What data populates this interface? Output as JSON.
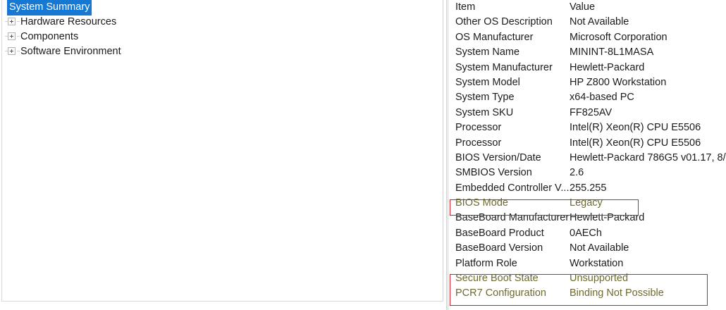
{
  "tree": {
    "name": "system-information-tree",
    "items": [
      {
        "label": "System Summary",
        "expandable": false,
        "selected": true
      },
      {
        "label": "Hardware Resources",
        "expandable": true,
        "selected": false
      },
      {
        "label": "Components",
        "expandable": true,
        "selected": false
      },
      {
        "label": "Software Environment",
        "expandable": true,
        "selected": false
      }
    ]
  },
  "details": {
    "columns": {
      "item": "Item",
      "value": "Value"
    },
    "rows": [
      {
        "item": "Other OS Description",
        "value": "Not Available",
        "flagged": false
      },
      {
        "item": "OS Manufacturer",
        "value": "Microsoft Corporation",
        "flagged": false
      },
      {
        "item": "System Name",
        "value": "MININT-8L1MASA",
        "flagged": false
      },
      {
        "item": "System Manufacturer",
        "value": "Hewlett-Packard",
        "flagged": false
      },
      {
        "item": "System Model",
        "value": "HP Z800 Workstation",
        "flagged": false
      },
      {
        "item": "System Type",
        "value": "x64-based PC",
        "flagged": false
      },
      {
        "item": "System SKU",
        "value": "FF825AV",
        "flagged": false
      },
      {
        "item": "Processor",
        "value": "Intel(R) Xeon(R) CPU          E5506",
        "flagged": false
      },
      {
        "item": "Processor",
        "value": "Intel(R) Xeon(R) CPU          E5506",
        "flagged": false
      },
      {
        "item": "BIOS Version/Date",
        "value": "Hewlett-Packard 786G5 v01.17, 8/",
        "flagged": false
      },
      {
        "item": "SMBIOS Version",
        "value": "2.6",
        "flagged": false
      },
      {
        "item": "Embedded Controller V...",
        "value": "255.255",
        "flagged": false
      },
      {
        "item": "BIOS Mode",
        "value": "Legacy",
        "flagged": true
      },
      {
        "item": "BaseBoard Manufacturer",
        "value": "Hewlett-Packard",
        "flagged": false
      },
      {
        "item": "BaseBoard Product",
        "value": "0AECh",
        "flagged": false
      },
      {
        "item": "BaseBoard Version",
        "value": "Not Available",
        "flagged": false
      },
      {
        "item": "Platform Role",
        "value": "Workstation",
        "flagged": false
      },
      {
        "item": "Secure Boot State",
        "value": "Unsupported",
        "flagged": true
      },
      {
        "item": "PCR7 Configuration",
        "value": "Binding Not Possible",
        "flagged": true
      }
    ]
  },
  "annotations": [
    {
      "name": "bios-mode-highlight",
      "color": "#d81f26"
    },
    {
      "name": "secure-boot-highlight",
      "color": "#d81f26"
    }
  ],
  "colors": {
    "selection": "#1578d3",
    "selection_text": "#ffffff",
    "annotation": "#d81f26",
    "flagged_text": "#6d6a2e",
    "body_text": "#1b1b1b"
  }
}
